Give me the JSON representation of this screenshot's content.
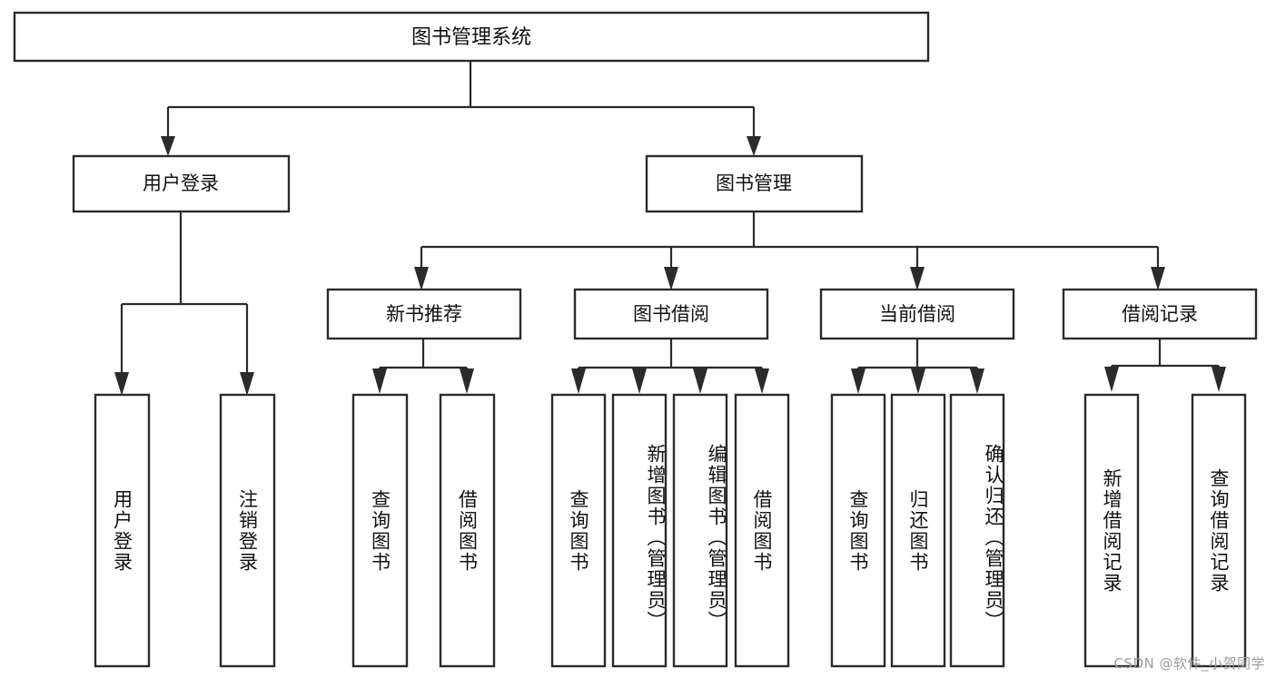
{
  "diagram": {
    "type": "tree",
    "title": "图书管理系统",
    "root": {
      "id": "root",
      "label": "图书管理系统",
      "orientation": "horizontal"
    },
    "level2": [
      {
        "id": "user-login",
        "label": "用户登录",
        "orientation": "horizontal"
      },
      {
        "id": "book-manage",
        "label": "图书管理",
        "orientation": "horizontal"
      }
    ],
    "level3": [
      {
        "id": "new-book-recommend",
        "label": "新书推荐",
        "orientation": "horizontal",
        "parent": "book-manage"
      },
      {
        "id": "book-borrow",
        "label": "图书借阅",
        "orientation": "horizontal",
        "parent": "book-manage"
      },
      {
        "id": "current-borrow",
        "label": "当前借阅",
        "orientation": "horizontal",
        "parent": "book-manage"
      },
      {
        "id": "borrow-record",
        "label": "借阅记录",
        "orientation": "horizontal",
        "parent": "book-manage"
      }
    ],
    "leaves": [
      {
        "id": "leaf-user-login",
        "label": "用户登录",
        "parent": "user-login",
        "orientation": "vertical"
      },
      {
        "id": "leaf-logout-login",
        "label": "注销登录",
        "parent": "user-login",
        "orientation": "vertical"
      },
      {
        "id": "leaf-query-book-1",
        "label": "查询图书",
        "parent": "new-book-recommend",
        "orientation": "vertical"
      },
      {
        "id": "leaf-borrow-book-1",
        "label": "借阅图书",
        "parent": "new-book-recommend",
        "orientation": "vertical"
      },
      {
        "id": "leaf-query-book-2",
        "label": "查询图书",
        "parent": "book-borrow",
        "orientation": "vertical"
      },
      {
        "id": "leaf-add-book",
        "label": "新增图书（管理员）",
        "parent": "book-borrow",
        "orientation": "vertical"
      },
      {
        "id": "leaf-edit-book",
        "label": "编辑图书（管理员）",
        "parent": "book-borrow",
        "orientation": "vertical"
      },
      {
        "id": "leaf-borrow-book-2",
        "label": "借阅图书",
        "parent": "book-borrow",
        "orientation": "vertical"
      },
      {
        "id": "leaf-query-book-3",
        "label": "查询图书",
        "parent": "current-borrow",
        "orientation": "vertical"
      },
      {
        "id": "leaf-return-book",
        "label": "归还图书",
        "parent": "current-borrow",
        "orientation": "vertical"
      },
      {
        "id": "leaf-confirm-return",
        "label": "确认归还（管理员）",
        "parent": "current-borrow",
        "orientation": "vertical"
      },
      {
        "id": "leaf-add-record",
        "label": "新增借阅记录",
        "parent": "borrow-record",
        "orientation": "vertical"
      },
      {
        "id": "leaf-query-record",
        "label": "查询借阅记录",
        "parent": "borrow-record",
        "orientation": "vertical"
      }
    ],
    "colors": {
      "box_stroke": "#2b2b2b",
      "box_fill": "#ffffff",
      "connector": "#2b2b2b",
      "text": "#111111",
      "background": "#ffffff",
      "watermark": "#9b9b9b"
    }
  },
  "watermark": {
    "text": "CSDN @软件_小贺同学"
  }
}
